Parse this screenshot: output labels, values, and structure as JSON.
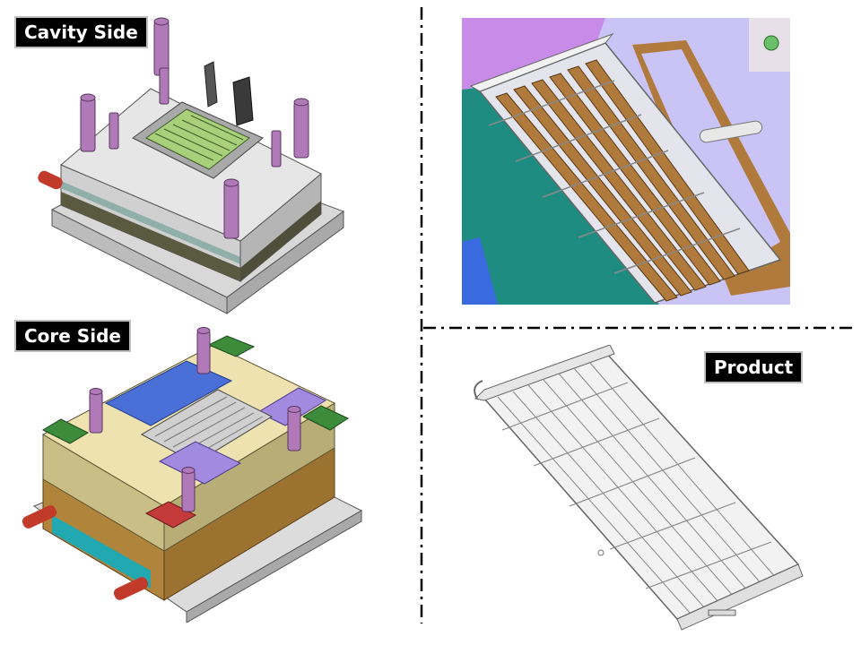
{
  "labels": {
    "cavity": "Cavity Side",
    "core": "Core Side",
    "product": "Product"
  },
  "colors": {
    "plate": "#e2e2e2",
    "plate_side": "#b9b9b9",
    "guide_pin": "#b07ab8",
    "insert_green": "#a8d07a",
    "core_block": "#c9be86",
    "core_base": "#b0843a",
    "slider_blue": "#4a6fd6",
    "slider_purple": "#a28ae0",
    "rib_brown": "#b07a3c",
    "teal": "#1f8c82",
    "lavender": "#c9c4f5",
    "cooling_red": "#c23a2a",
    "divider": "#000000"
  },
  "icons": [
    "cavity-mold-image",
    "core-mold-image",
    "cavity-detail-image",
    "product-image"
  ]
}
